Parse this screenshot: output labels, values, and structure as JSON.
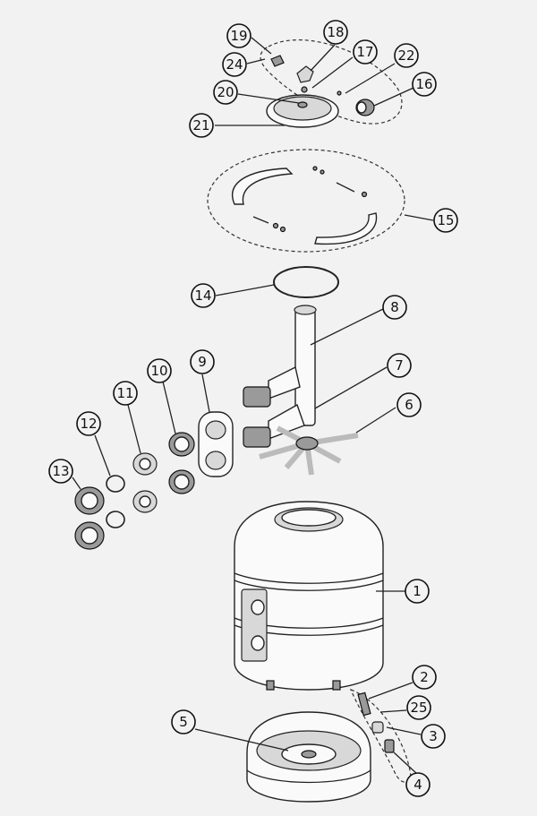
{
  "callouts": [
    {
      "id": "c1",
      "label": "1"
    },
    {
      "id": "c2",
      "label": "2"
    },
    {
      "id": "c3",
      "label": "3"
    },
    {
      "id": "c4",
      "label": "4"
    },
    {
      "id": "c5",
      "label": "5"
    },
    {
      "id": "c6",
      "label": "6"
    },
    {
      "id": "c7",
      "label": "7"
    },
    {
      "id": "c8",
      "label": "8"
    },
    {
      "id": "c9",
      "label": "9"
    },
    {
      "id": "c10",
      "label": "10"
    },
    {
      "id": "c11",
      "label": "11"
    },
    {
      "id": "c12",
      "label": "12"
    },
    {
      "id": "c13",
      "label": "13"
    },
    {
      "id": "c14",
      "label": "14"
    },
    {
      "id": "c15",
      "label": "15"
    },
    {
      "id": "c16",
      "label": "16"
    },
    {
      "id": "c17",
      "label": "17"
    },
    {
      "id": "c18",
      "label": "18"
    },
    {
      "id": "c19",
      "label": "19"
    },
    {
      "id": "c20",
      "label": "20"
    },
    {
      "id": "c21",
      "label": "21"
    },
    {
      "id": "c22",
      "label": "22"
    },
    {
      "id": "c24",
      "label": "24"
    },
    {
      "id": "c25",
      "label": "25"
    }
  ]
}
